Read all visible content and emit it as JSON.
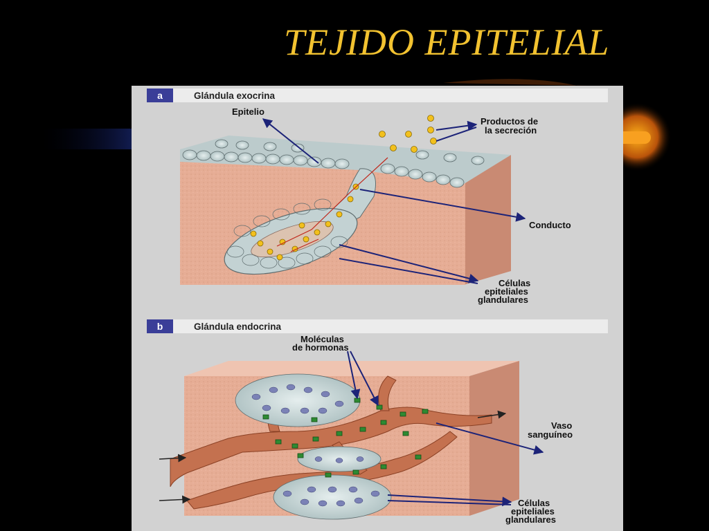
{
  "slide": {
    "title": "TEJIDO EPITELIAL",
    "title_color": "#f2c230",
    "background": "#000000"
  },
  "panel_a": {
    "badge": "a",
    "heading": "Glándula exocrina",
    "labels": {
      "epitelio": "Epitelio",
      "productos_1": "Productos de",
      "productos_2": "la secreción",
      "conducto": "Conducto",
      "celulas_1": "Células",
      "celulas_2": "epiteliales",
      "celulas_3": "glandulares"
    }
  },
  "panel_b": {
    "badge": "b",
    "heading": "Glándula endocrina",
    "labels": {
      "moleculas_1": "Moléculas",
      "moleculas_2": "de hormonas",
      "vaso_1": "Vaso",
      "vaso_2": "sanguíneo",
      "celulas_1": "Células",
      "celulas_2": "epiteliales",
      "celulas_3": "glandulares"
    }
  },
  "colors": {
    "tissue": "#e6ad95",
    "epithelium_cell": "#c3d2d3",
    "cell_nucleus": "#7b82b6",
    "secretion_granule": "#f2c01d",
    "hormone": "#2e8a32",
    "blood_vessel": "#c4714f",
    "arrow": "#1c2378",
    "header_bar": "#ececec",
    "badge": "#3a3e98"
  }
}
